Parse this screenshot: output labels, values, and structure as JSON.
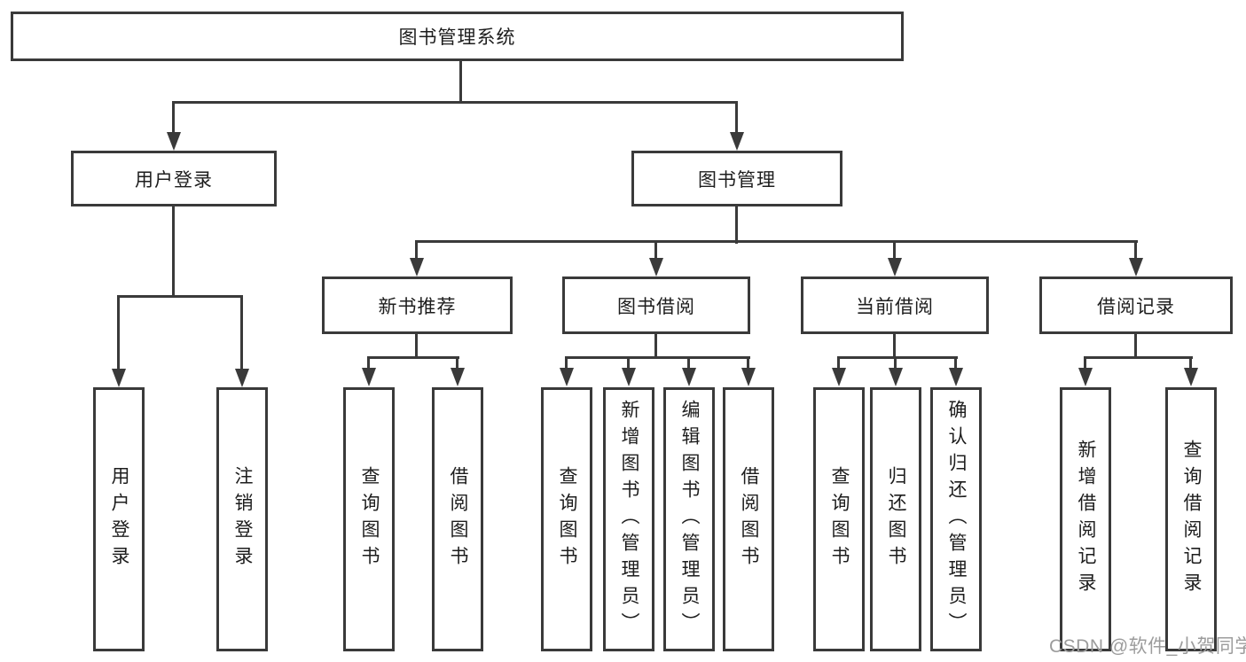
{
  "diagram": {
    "root": {
      "label": "图书管理系统"
    },
    "level2": {
      "user_login": {
        "label": "用户登录"
      },
      "book_management": {
        "label": "图书管理"
      }
    },
    "level3": {
      "new_book_recommend": {
        "label": "新书推荐"
      },
      "book_borrowing": {
        "label": "图书借阅"
      },
      "current_borrowing": {
        "label": "当前借阅"
      },
      "borrowing_records": {
        "label": "借阅记录"
      }
    },
    "leaves": {
      "user_login": {
        "label": "用户登录"
      },
      "logout": {
        "label": "注销登录"
      },
      "query_books_recommend": {
        "label": "查询图书"
      },
      "borrow_books_recommend": {
        "label": "借阅图书"
      },
      "query_books_borrowing": {
        "label": "查询图书"
      },
      "add_books_admin": {
        "label": "新增图书（管理员）"
      },
      "edit_books_admin": {
        "label": "编辑图书（管理员）"
      },
      "borrow_books_borrowing": {
        "label": "借阅图书"
      },
      "query_books_current": {
        "label": "查询图书"
      },
      "return_books": {
        "label": "归还图书"
      },
      "confirm_return_admin": {
        "label": "确认归还（管理员）"
      },
      "add_borrow_record": {
        "label": "新增借阅记录"
      },
      "query_borrow_record": {
        "label": "查询借阅记录"
      }
    },
    "colors": {
      "line": "#3a3a3a",
      "text": "#1d1d1d",
      "background": "#ffffff",
      "watermark": "#9c9c9c"
    },
    "watermark": {
      "text": "CSDN @软件_小贺同学"
    }
  }
}
